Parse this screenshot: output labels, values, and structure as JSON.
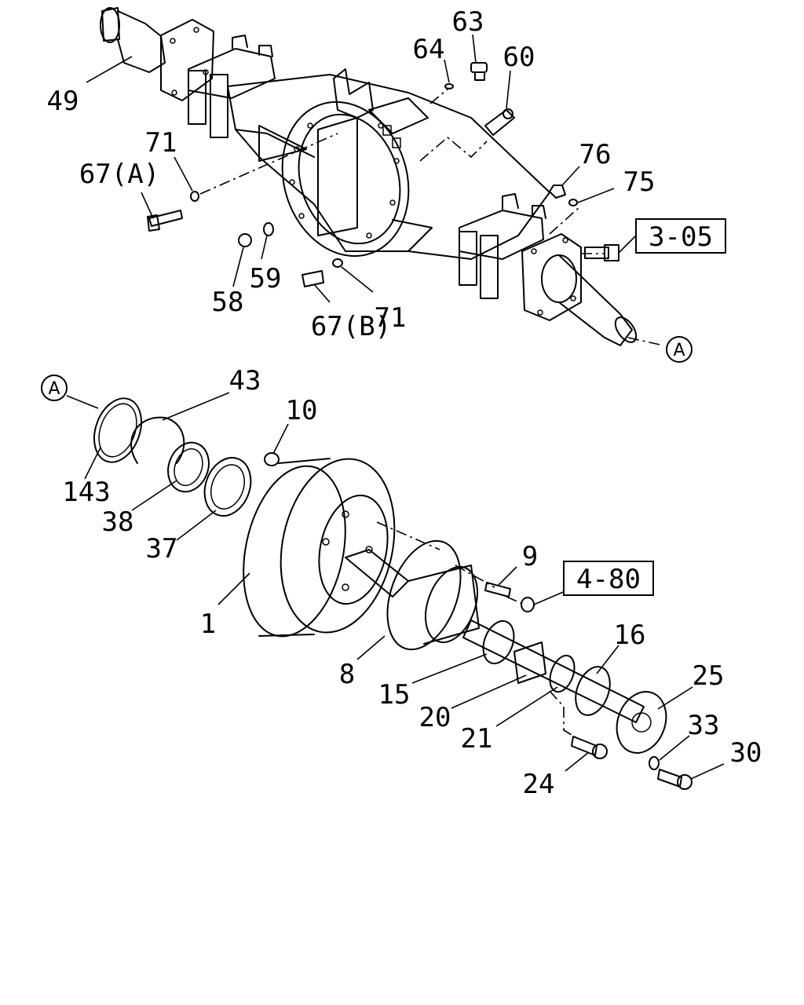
{
  "diagram": {
    "part_numbers": [
      "49",
      "71",
      "67(A)",
      "58",
      "59",
      "67(B)",
      "71",
      "64",
      "63",
      "60",
      "76",
      "75",
      "43",
      "10",
      "143",
      "38",
      "37",
      "1",
      "9",
      "8",
      "15",
      "16",
      "20",
      "21",
      "25",
      "33",
      "30",
      "24"
    ],
    "reference_boxes": [
      "3-05",
      "4-80"
    ],
    "connector_marks": [
      "A",
      "A"
    ]
  }
}
